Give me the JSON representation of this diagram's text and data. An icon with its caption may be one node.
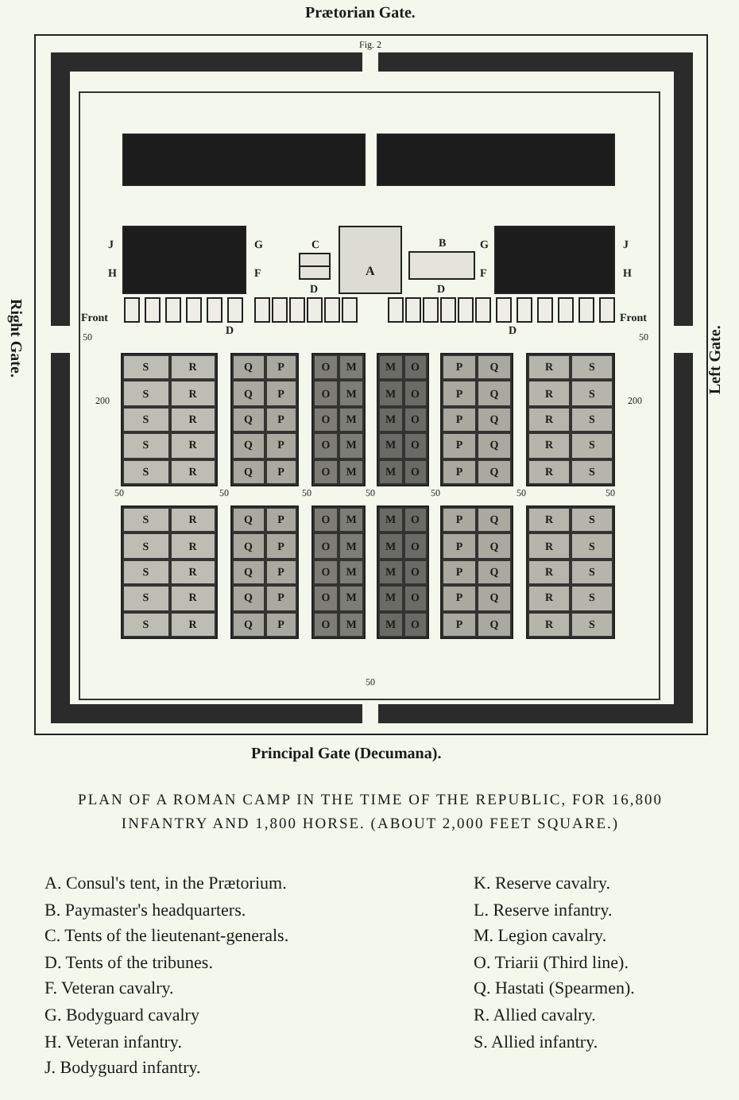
{
  "diagram": {
    "caption": "PLAN OF A ROMAN CAMP IN THE TIME OF THE REPUBLIC, FOR 16,800 INFANTRY AND 1,800 HORSE. (ABOUT 2,000 FEET SQUARE.)",
    "nodes": [
      {
        "text": [],
        "shape": "box"
      },
      {
        "text": [],
        "shape": "box"
      },
      {
        "text": [],
        "shape": "box",
        "beside": [
          "J",
          "G",
          "H",
          "F"
        ]
      },
      {
        "text": [
          "C"
        ],
        "beside": [
          "D"
        ]
      },
      {
        "text": [
          "A"
        ]
      },
      {
        "text": [
          "B"
        ],
        "beside": [
          "D"
        ]
      },
      {
        "text": [],
        "shape": "box",
        "beside": [
          "G",
          "J",
          "F",
          "H"
        ]
      },
      {
        "text": [],
        "shape": "box"
      },
      {
        "text": [],
        "shape": "box"
      },
      {
        "text": [],
        "shape": "box"
      },
      {
        "text": [],
        "shape": "box"
      },
      {
        "text": [],
        "shape": "box"
      },
      {
        "text": [],
        "shape": "box"
      },
      {
        "text": [],
        "shape": "box"
      },
      {
        "text": [],
        "shape": "box"
      },
      {
        "text": [],
        "shape": "box"
      },
      {
        "text": [],
        "shape": "box"
      },
      {
        "text": [],
        "shape": "box"
      },
      {
        "text": [],
        "shape": "box"
      },
      {
        "text": [],
        "shape": "box"
      },
      {
        "text": [],
        "shape": "box"
      },
      {
        "text": [],
        "shape": "box"
      },
      {
        "text": [],
        "shape": "box"
      },
      {
        "text": [],
        "shape": "box"
      },
      {
        "text": [],
        "shape": "box"
      },
      {
        "text": [],
        "shape": "box"
      },
      {
        "text": [],
        "shape": "box"
      },
      {
        "text": [],
        "shape": "box"
      },
      {
        "text": [],
        "shape": "box"
      },
      {
        "text": [],
        "shape": "box"
      },
      {
        "text": [],
        "shape": "box"
      },
      {
        "text": [
          "S",
          "R",
          "S",
          "R",
          "S",
          "R",
          "S",
          "R",
          "S",
          "R"
        ]
      },
      {
        "text": [
          "Q",
          "P",
          "Q",
          "P",
          "Q",
          "P",
          "Q",
          "P",
          "Q",
          "P"
        ]
      },
      {
        "text": [
          "O",
          "M",
          "O",
          "M",
          "O",
          "M",
          "O",
          "M",
          "O",
          "M"
        ]
      },
      {
        "text": [
          "M",
          "O",
          "M",
          "O",
          "M",
          "O",
          "M",
          "O",
          "M",
          "O"
        ]
      },
      {
        "text": [
          "P",
          "Q",
          "P",
          "Q",
          "P",
          "Q",
          "P",
          "Q",
          "P",
          "Q"
        ]
      },
      {
        "text": [
          "R",
          "S",
          "R",
          "S",
          "R",
          "S",
          "R",
          "S",
          "R",
          "S"
        ]
      },
      {
        "text": [
          "S",
          "R",
          "S",
          "R",
          "S",
          "R",
          "S",
          "R",
          "S",
          "R"
        ]
      },
      {
        "text": [
          "Q",
          "P",
          "Q",
          "P",
          "Q",
          "P",
          "Q",
          "P",
          "Q",
          "P"
        ]
      },
      {
        "text": [
          "O",
          "M",
          "O",
          "M",
          "O",
          "M",
          "O",
          "M",
          "O",
          "M"
        ]
      },
      {
        "text": [
          "M",
          "O",
          "M",
          "O",
          "M",
          "O",
          "M",
          "O",
          "M",
          "O"
        ]
      },
      {
        "text": [
          "P",
          "Q",
          "P",
          "Q",
          "P",
          "Q",
          "P",
          "Q",
          "P",
          "Q"
        ]
      },
      {
        "text": [
          "R",
          "S",
          "R",
          "S",
          "R",
          "S",
          "R",
          "S",
          "R",
          "S"
        ]
      }
    ],
    "labels": [
      "Prætorian Gate.",
      "Fig. 2",
      "Right Gate.",
      "Left Gate.",
      "Front",
      "Front",
      "D",
      "D",
      "50",
      "50",
      "200",
      "200",
      "50",
      "50",
      "50",
      "50",
      "50",
      "50",
      "50",
      "50",
      "Principal Gate (Decumana).",
      "A. Consul's tent, in the Prætorium.",
      "B. Paymaster's headquarters.",
      "C. Tents of the lieutenant-generals.",
      "D. Tents of the tribunes.",
      "F. Veteran cavalry.",
      "G. Bodyguard cavalry",
      "H. Veteran infantry.",
      "J. Bodyguard infantry.",
      "K. Reserve cavalry.",
      "L. Reserve infantry.",
      "M. Legion cavalry.",
      "O. Triarii (Third line).",
      "Q. Hastati (Spearmen).",
      "R. Allied cavalry.",
      "S. Allied infantry."
    ]
  }
}
